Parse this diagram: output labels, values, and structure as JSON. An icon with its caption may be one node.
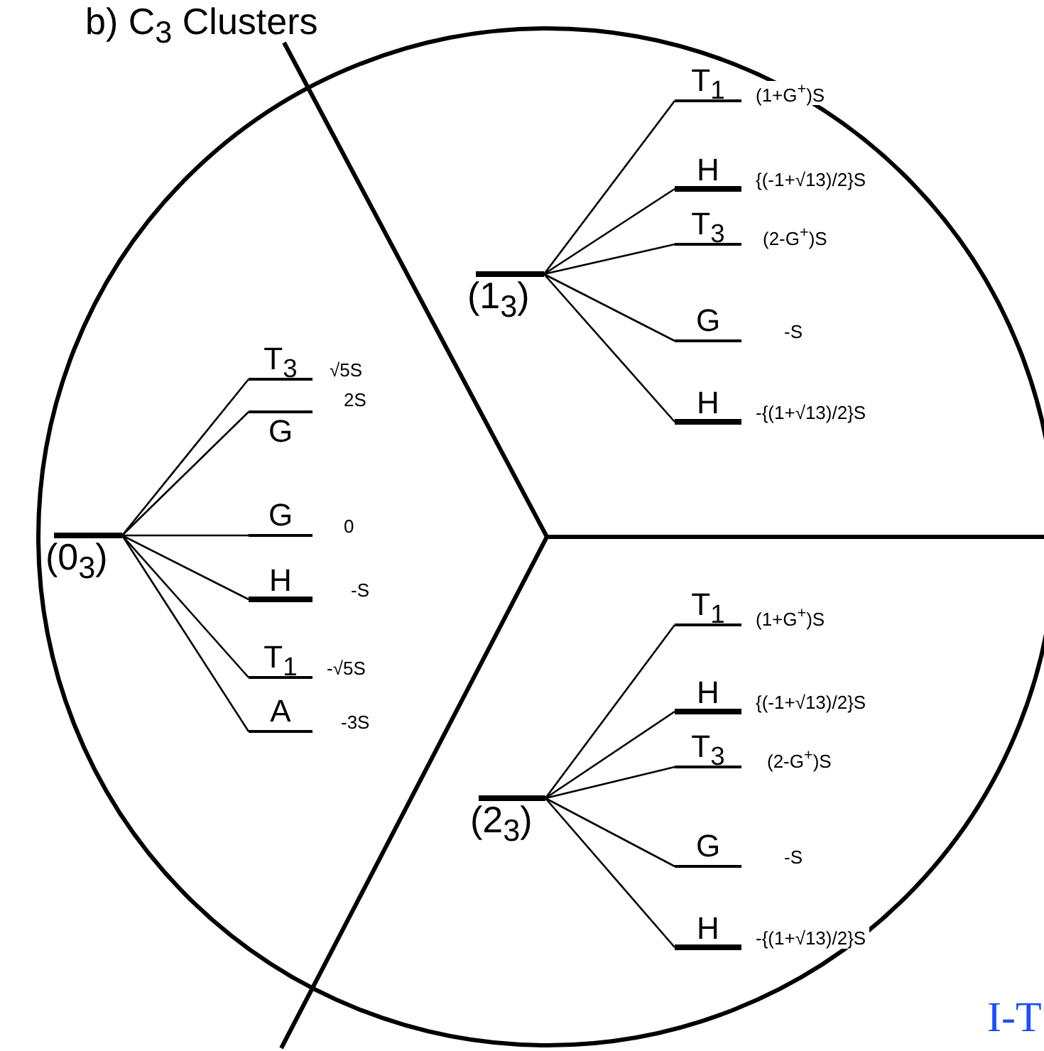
{
  "diagram": {
    "title": "b) C$_{3}$ Clusters",
    "nodes": [
      {
        "text": [
          "(0$_{3}$)"
        ]
      },
      {
        "text": [
          "T$_{3}$"
        ],
        "beside": [
          "√5S"
        ]
      },
      {
        "text": [
          "G"
        ],
        "beside": [
          "2S"
        ]
      },
      {
        "text": [
          "G"
        ],
        "beside": [
          "0"
        ]
      },
      {
        "text": [
          "H"
        ],
        "beside": [
          "-S"
        ]
      },
      {
        "text": [
          "T$_{1}$"
        ],
        "beside": [
          "-√5S"
        ]
      },
      {
        "text": [
          "A"
        ],
        "beside": [
          "-3S"
        ]
      },
      {
        "text": [
          "(1$_{3}$)"
        ]
      },
      {
        "text": [
          "T$_{1}$"
        ],
        "beside": [
          "(1+G$^{+}$)S"
        ]
      },
      {
        "text": [
          "H"
        ],
        "beside": [
          "{(-1+√13)/2}S"
        ]
      },
      {
        "text": [
          "T$_{3}$"
        ],
        "beside": [
          "(2-G$^{+}$)S"
        ]
      },
      {
        "text": [
          "G"
        ],
        "beside": [
          "-S"
        ]
      },
      {
        "text": [
          "H"
        ],
        "beside": [
          "-{(1+√13)/2}S"
        ]
      },
      {
        "text": [
          "(2$_{3}$)"
        ]
      },
      {
        "text": [
          "T$_{1}$"
        ],
        "beside": [
          "(1+G$^{+}$)S"
        ]
      },
      {
        "text": [
          "H"
        ],
        "beside": [
          "{(-1+√13)/2}S"
        ]
      },
      {
        "text": [
          "T$_{3}$"
        ],
        "beside": [
          "(2-G$^{+}$)S"
        ]
      },
      {
        "text": [
          "G"
        ],
        "beside": [
          "-S"
        ]
      },
      {
        "text": [
          "H"
        ],
        "beside": [
          "-{(1+√13)/2}S"
        ]
      }
    ],
    "edges": [
      {
        "from": 0,
        "to": 1,
        "arrow": "none"
      },
      {
        "from": 0,
        "to": 2,
        "arrow": "none"
      },
      {
        "from": 0,
        "to": 3,
        "arrow": "none"
      },
      {
        "from": 0,
        "to": 4,
        "arrow": "none"
      },
      {
        "from": 0,
        "to": 5,
        "arrow": "none"
      },
      {
        "from": 0,
        "to": 6,
        "arrow": "none"
      },
      {
        "from": 7,
        "to": 8,
        "arrow": "none"
      },
      {
        "from": 7,
        "to": 9,
        "arrow": "none"
      },
      {
        "from": 7,
        "to": 10,
        "arrow": "none"
      },
      {
        "from": 7,
        "to": 11,
        "arrow": "none"
      },
      {
        "from": 7,
        "to": 12,
        "arrow": "none"
      },
      {
        "from": 13,
        "to": 14,
        "arrow": "none"
      },
      {
        "from": 13,
        "to": 15,
        "arrow": "none"
      },
      {
        "from": 13,
        "to": 16,
        "arrow": "none"
      },
      {
        "from": 13,
        "to": 17,
        "arrow": "none"
      },
      {
        "from": 13,
        "to": 18,
        "arrow": "none"
      }
    ],
    "labels": [
      "I-T"
    ]
  }
}
